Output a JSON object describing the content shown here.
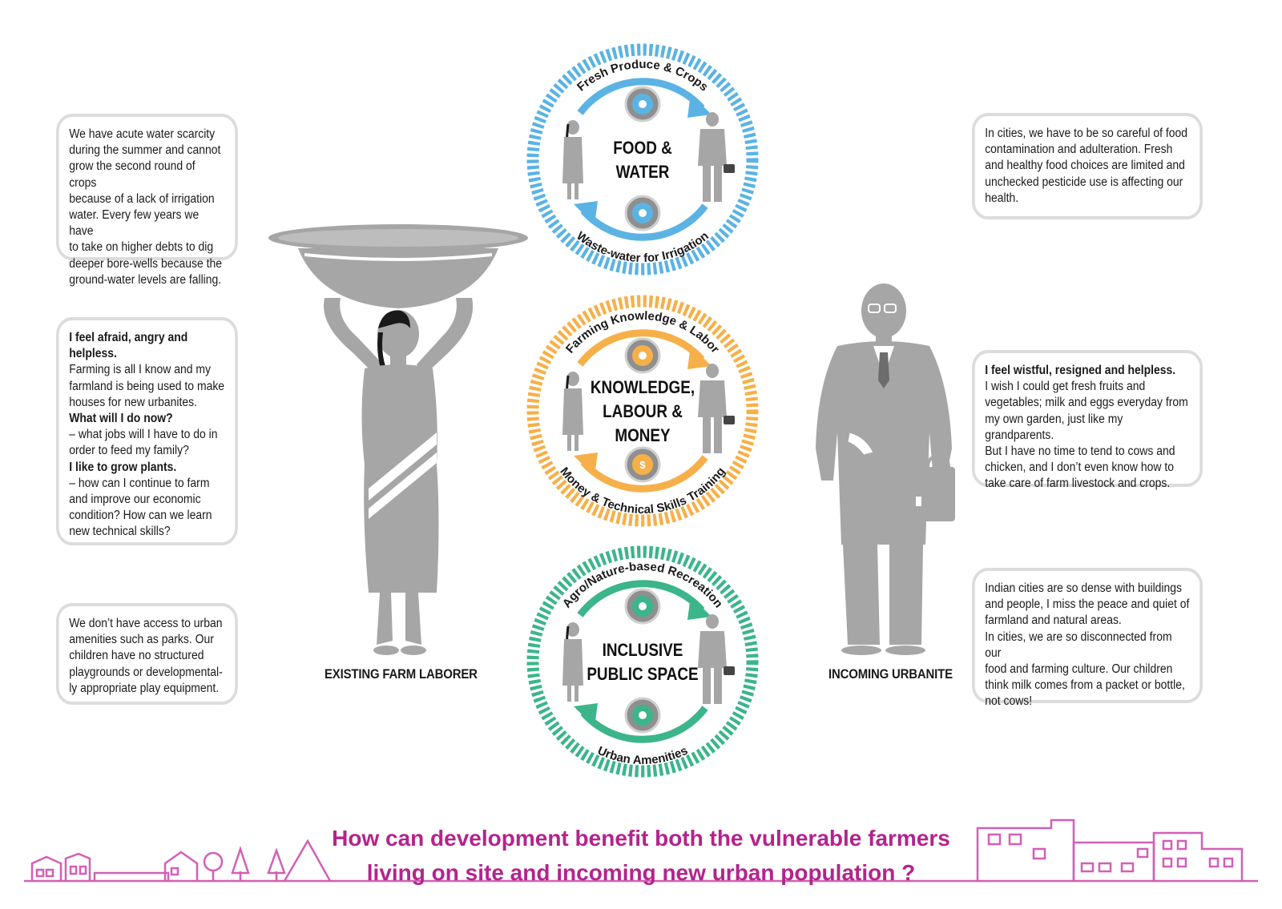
{
  "left_cards": [
    {
      "lines": [
        {
          "text": "We have acute water scarcity",
          "bold": false
        },
        {
          "text": "during the summer and cannot",
          "bold": false
        },
        {
          "text": "grow the second round of crops",
          "bold": false
        },
        {
          "text": "because of a lack of irrigation",
          "bold": false
        },
        {
          "text": "water. Every few years we have",
          "bold": false
        },
        {
          "text": "to take on higher debts to dig",
          "bold": false
        },
        {
          "text": "deeper bore-wells because the",
          "bold": false
        },
        {
          "text": "ground-water levels are falling.",
          "bold": false
        }
      ]
    },
    {
      "lines": [
        {
          "text": "I feel afraid, angry and",
          "bold": true
        },
        {
          "text": "helpless.",
          "bold": true
        },
        {
          "text": "Farming is all I know and my",
          "bold": false
        },
        {
          "text": "farmland is being used to make",
          "bold": false
        },
        {
          "text": "houses for new urbanites.",
          "bold": false
        },
        {
          "text": "What will I do now?",
          "bold": true
        },
        {
          "text": "– what jobs will I have to do in",
          "bold": false
        },
        {
          "text": "order to feed my family?",
          "bold": false
        },
        {
          "text": "I like to grow plants.",
          "bold": true
        },
        {
          "text": "– how can I continue to farm",
          "bold": false
        },
        {
          "text": "and improve our economic",
          "bold": false
        },
        {
          "text": "condition? How can we learn",
          "bold": false
        },
        {
          "text": "new technical skills?",
          "bold": false
        }
      ]
    },
    {
      "lines": [
        {
          "text": "We don’t have access to urban",
          "bold": false
        },
        {
          "text": "amenities such as parks. Our",
          "bold": false
        },
        {
          "text": "children have no structured",
          "bold": false
        },
        {
          "text": "playgrounds or developmental-",
          "bold": false
        },
        {
          "text": "ly appropriate play equipment.",
          "bold": false
        }
      ]
    }
  ],
  "right_cards": [
    {
      "lines": [
        {
          "text": "In cities, we have to be so careful of food",
          "bold": false
        },
        {
          "text": "contamination and adulteration. Fresh",
          "bold": false
        },
        {
          "text": "and healthy food choices are limited and",
          "bold": false
        },
        {
          "text": "unchecked pesticide use is affecting our",
          "bold": false
        },
        {
          "text": "health.",
          "bold": false
        }
      ]
    },
    {
      "lines": [
        {
          "text": "I feel wistful, resigned and helpless.",
          "bold": true
        },
        {
          "text": "I wish I could get fresh fruits and",
          "bold": false
        },
        {
          "text": "vegetables; milk and eggs everyday from",
          "bold": false
        },
        {
          "text": "my own garden, just like my grandparents.",
          "bold": false
        },
        {
          "text": "But I have no time to tend to cows and",
          "bold": false
        },
        {
          "text": "chicken, and I don’t even know how to",
          "bold": false
        },
        {
          "text": "take care of farm livestock and crops.",
          "bold": false
        }
      ]
    },
    {
      "lines": [
        {
          "text": "Indian cities are so dense with buildings",
          "bold": false
        },
        {
          "text": "and people, I miss the peace and quiet of",
          "bold": false
        },
        {
          "text": "farmland and natural areas.",
          "bold": false
        },
        {
          "text": "In cities, we are so disconnected from our",
          "bold": false
        },
        {
          "text": "food and farming culture. Our children",
          "bold": false
        },
        {
          "text": "think milk comes from a packet or bottle,",
          "bold": false
        },
        {
          "text": "not cows!",
          "bold": false
        }
      ]
    }
  ],
  "figures": {
    "farmer_label": "EXISTING FARM LABORER",
    "urbanite_label": "INCOMING URBANITE"
  },
  "cycles": [
    {
      "title_lines": [
        "FOOD &",
        "WATER"
      ],
      "top_arc": "Fresh Produce & Crops",
      "bottom_arc": "Waste-water for Irrigation",
      "color": "#5bb3e4",
      "top_icon": "basket-icon",
      "bottom_icon": "water-drop-icon"
    },
    {
      "title_lines": [
        "KNOWLEDGE,",
        "LABOUR &",
        "MONEY"
      ],
      "top_arc": "Farming Knowledge & Labor",
      "bottom_arc": "Money & Technical Skills Training",
      "color": "#f6b04a",
      "top_icon": "farmer-worker-icon",
      "bottom_icon": "money-training-icon"
    },
    {
      "title_lines": [
        "INCLUSIVE",
        "PUBLIC SPACE"
      ],
      "top_arc": "Agro/Nature-based Recreation",
      "bottom_arc": "Urban Amenities",
      "color": "#3cb58a",
      "top_icon": "farm-animals-icon",
      "bottom_icon": "playground-slide-icon"
    }
  ],
  "question": {
    "line1": "How can development benefit both the vulnerable farmers",
    "line2": "living on site and incoming new urban population ?",
    "color": "#b4238c"
  },
  "colors": {
    "figure_gray": "#a6a6a6",
    "card_border": "#dcdcdc",
    "skyline": "#d35fb6"
  }
}
